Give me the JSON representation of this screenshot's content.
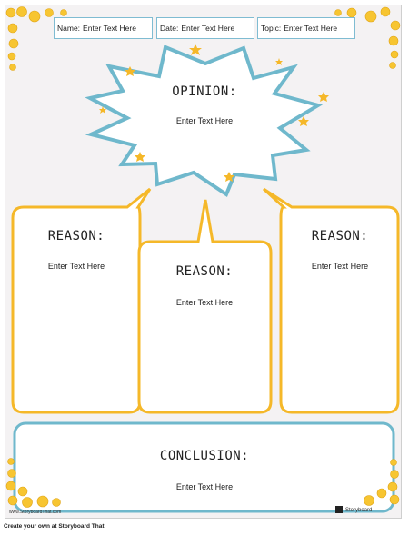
{
  "fields": {
    "name": {
      "label": "Name:",
      "value": "Enter Text Here"
    },
    "date": {
      "label": "Date:",
      "value": "Enter Text Here"
    },
    "topic": {
      "label": "Topic:",
      "value": "Enter Text Here"
    }
  },
  "opinion": {
    "title": "OPINION:",
    "text": "Enter Text Here"
  },
  "reasons": [
    {
      "title": "REASON:",
      "text": "Enter Text Here"
    },
    {
      "title": "REASON:",
      "text": "Enter Text Here"
    },
    {
      "title": "REASON:",
      "text": "Enter Text Here"
    }
  ],
  "conclusion": {
    "title": "CONCLUSION:",
    "text": "Enter Text Here"
  },
  "footer": "Create your own at Storyboard That",
  "watermarks": {
    "left": "www.StoryboardThat.com",
    "right": "Storyboard"
  },
  "colors": {
    "burst_stroke": "#6fb8cc",
    "bubble_stroke": "#f5b829",
    "conclusion_stroke": "#6fb8cc",
    "star": "#f5b829",
    "emoji": "#f7c531"
  },
  "icons": [
    "star-icon",
    "emoji-icon",
    "storyboard-logo-icon"
  ]
}
